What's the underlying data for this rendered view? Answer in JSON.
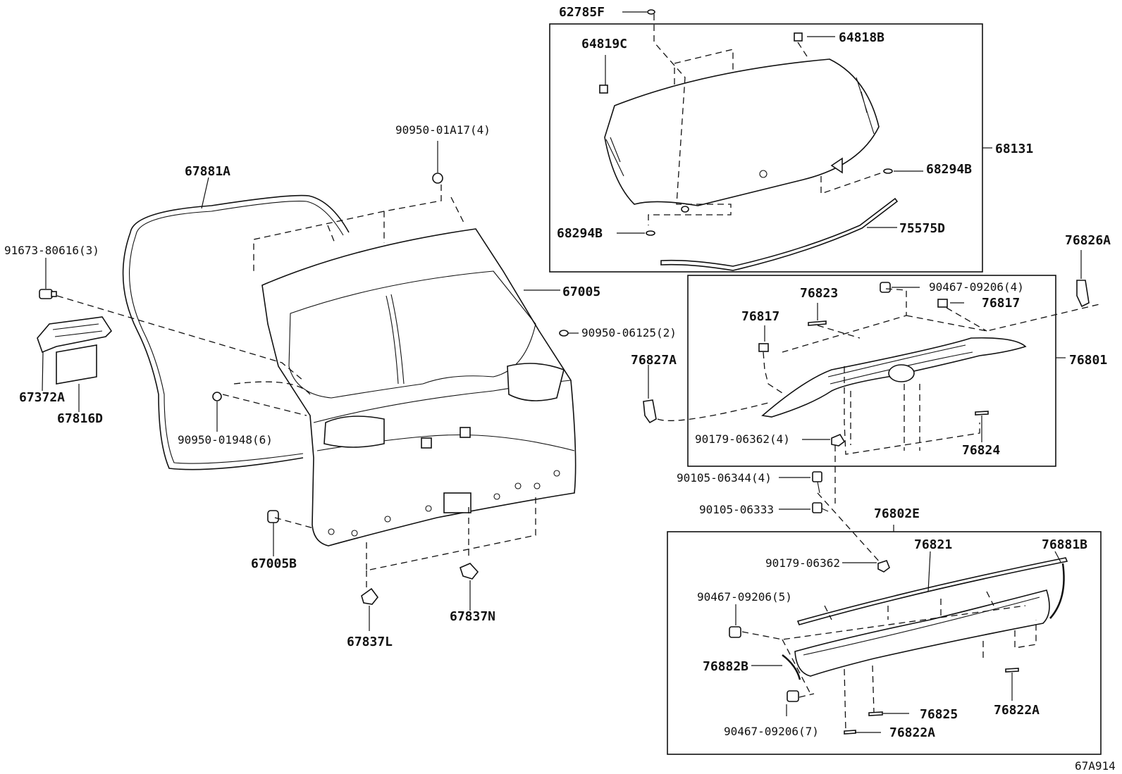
{
  "figure_code": "67A914",
  "labels": {
    "l_62785F": "62785F",
    "l_64818B": "64818B",
    "l_64819C": "64819C",
    "l_68131": "68131",
    "l_68294B_a": "68294B",
    "l_68294B_b": "68294B",
    "l_75575D": "75575D",
    "l_90950_01A17": "90950-01A17(4)",
    "l_67881A": "67881A",
    "l_91673": "91673-80616(3)",
    "l_67005": "67005",
    "l_90950_06125": "90950-06125(2)",
    "l_67372A": "67372A",
    "l_67816D": "67816D",
    "l_90950_01948": "90950-01948(6)",
    "l_67005B": "67005B",
    "l_67837L": "67837L",
    "l_67837N": "67837N",
    "l_76826A": "76826A",
    "l_90467_4": "90467-09206(4)",
    "l_76823": "76823",
    "l_76817_a": "76817",
    "l_76817_b": "76817",
    "l_76827A": "76827A",
    "l_76801": "76801",
    "l_90179_4": "90179-06362(4)",
    "l_76824": "76824",
    "l_90105_06344": "90105-06344(4)",
    "l_90105_06333": "90105-06333",
    "l_76802E": "76802E",
    "l_76821": "76821",
    "l_76881B": "76881B",
    "l_90179": "90179-06362",
    "l_90467_5": "90467-09206(5)",
    "l_76882B": "76882B",
    "l_76825": "76825",
    "l_76822A_a": "76822A",
    "l_76822A_b": "76822A",
    "l_90467_7": "90467-09206(7)"
  }
}
